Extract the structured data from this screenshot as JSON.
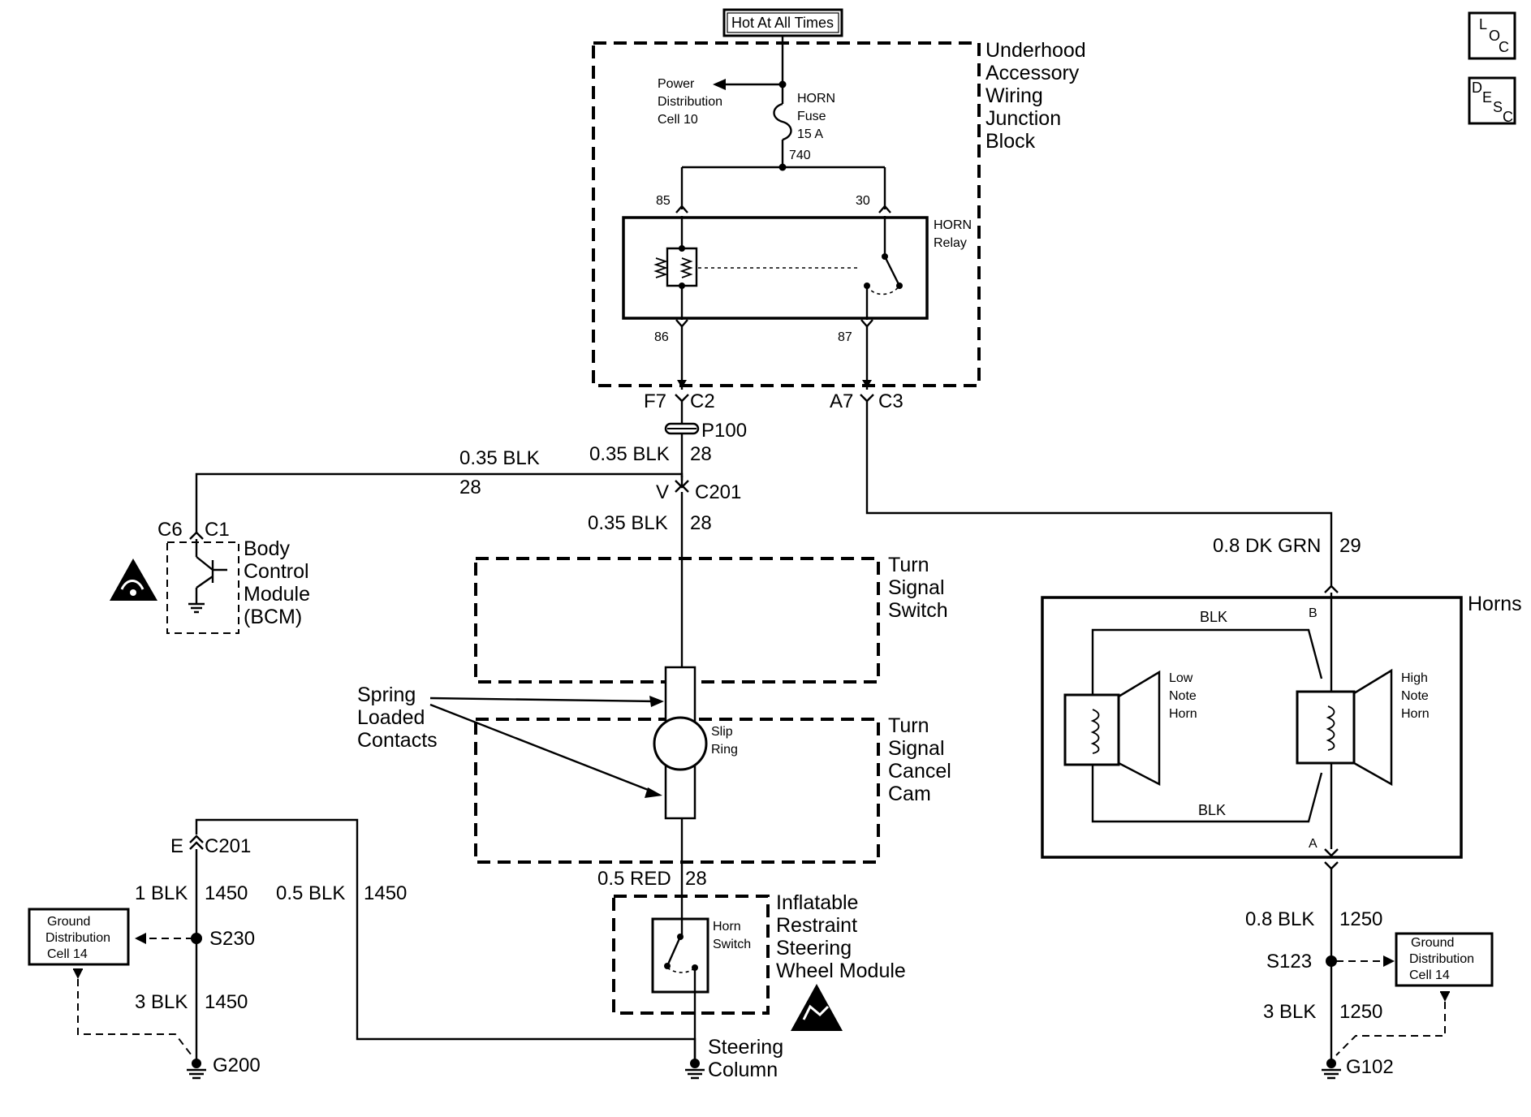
{
  "diagram": {
    "top_source": "Hot At All Times",
    "icons": {
      "loc": [
        "L",
        "O",
        "C"
      ],
      "desc": [
        "D",
        "E",
        "S",
        "C"
      ]
    },
    "junction_block": {
      "label": [
        "Underhood",
        "Accessory",
        "Wiring",
        "Junction",
        "Block"
      ],
      "power_dist": [
        "Power",
        "Distribution",
        "Cell 10"
      ],
      "fuse": [
        "HORN",
        "Fuse",
        "15 A"
      ],
      "fuse_circuit": "740",
      "relay": [
        "HORN",
        "Relay"
      ],
      "pin_85": "85",
      "pin_30": "30",
      "pin_86": "86",
      "pin_87": "87"
    },
    "connectors": {
      "f7": "F7",
      "c2": "C2",
      "a7": "A7",
      "c3": "C3",
      "p100": "P100",
      "v": "V",
      "c201_top": "C201",
      "e": "E",
      "c201_bottom": "C201",
      "c6": "C6",
      "c1": "C1"
    },
    "wires": {
      "w1_color": "0.35 BLK",
      "w1_circuit": "28",
      "w2_color": "0.35 BLK",
      "w2_circuit": "28",
      "w3_color": "0.35 BLK",
      "w3_circuit": "28",
      "w4_color": "0.8 DK GRN",
      "w4_circuit": "29",
      "w5_color": "0.5 RED",
      "w5_circuit": "28",
      "w6_color": "1 BLK",
      "w6_circuit": "1450",
      "w7_color": "0.5 BLK",
      "w7_circuit": "1450",
      "w8_color": "3 BLK",
      "w8_circuit": "1450",
      "w9_color": "0.8 BLK",
      "w9_circuit": "1250",
      "w10_color": "3 BLK",
      "w10_circuit": "1250"
    },
    "bcm": [
      "Body",
      "Control",
      "Module",
      "(BCM)"
    ],
    "turn_signal_switch": [
      "Turn",
      "Signal",
      "Switch"
    ],
    "turn_signal_cancel_cam": [
      "Turn",
      "Signal",
      "Cancel",
      "Cam"
    ],
    "spring_contacts": [
      "Spring",
      "Loaded",
      "Contacts"
    ],
    "slip_ring": [
      "Slip",
      "Ring"
    ],
    "airbag_module": [
      "Inflatable",
      "Restraint",
      "Steering",
      "Wheel Module"
    ],
    "horn_switch": [
      "Horn",
      "Switch"
    ],
    "horns": {
      "label": "Horns",
      "blk_top": "BLK",
      "blk_bottom": "BLK",
      "pin_b": "B",
      "pin_a": "A",
      "low_note": [
        "Low",
        "Note",
        "Horn"
      ],
      "high_note": [
        "High",
        "Note",
        "Horn"
      ]
    },
    "ground_dist_left": [
      "Ground",
      "Distribution",
      "Cell 14"
    ],
    "ground_dist_right": [
      "Ground",
      "Distribution",
      "Cell 14"
    ],
    "splices": {
      "s230": "S230",
      "s123": "S123"
    },
    "grounds": {
      "g200": "G200",
      "steering_column": [
        "Steering",
        "Column"
      ],
      "g102": "G102"
    }
  }
}
